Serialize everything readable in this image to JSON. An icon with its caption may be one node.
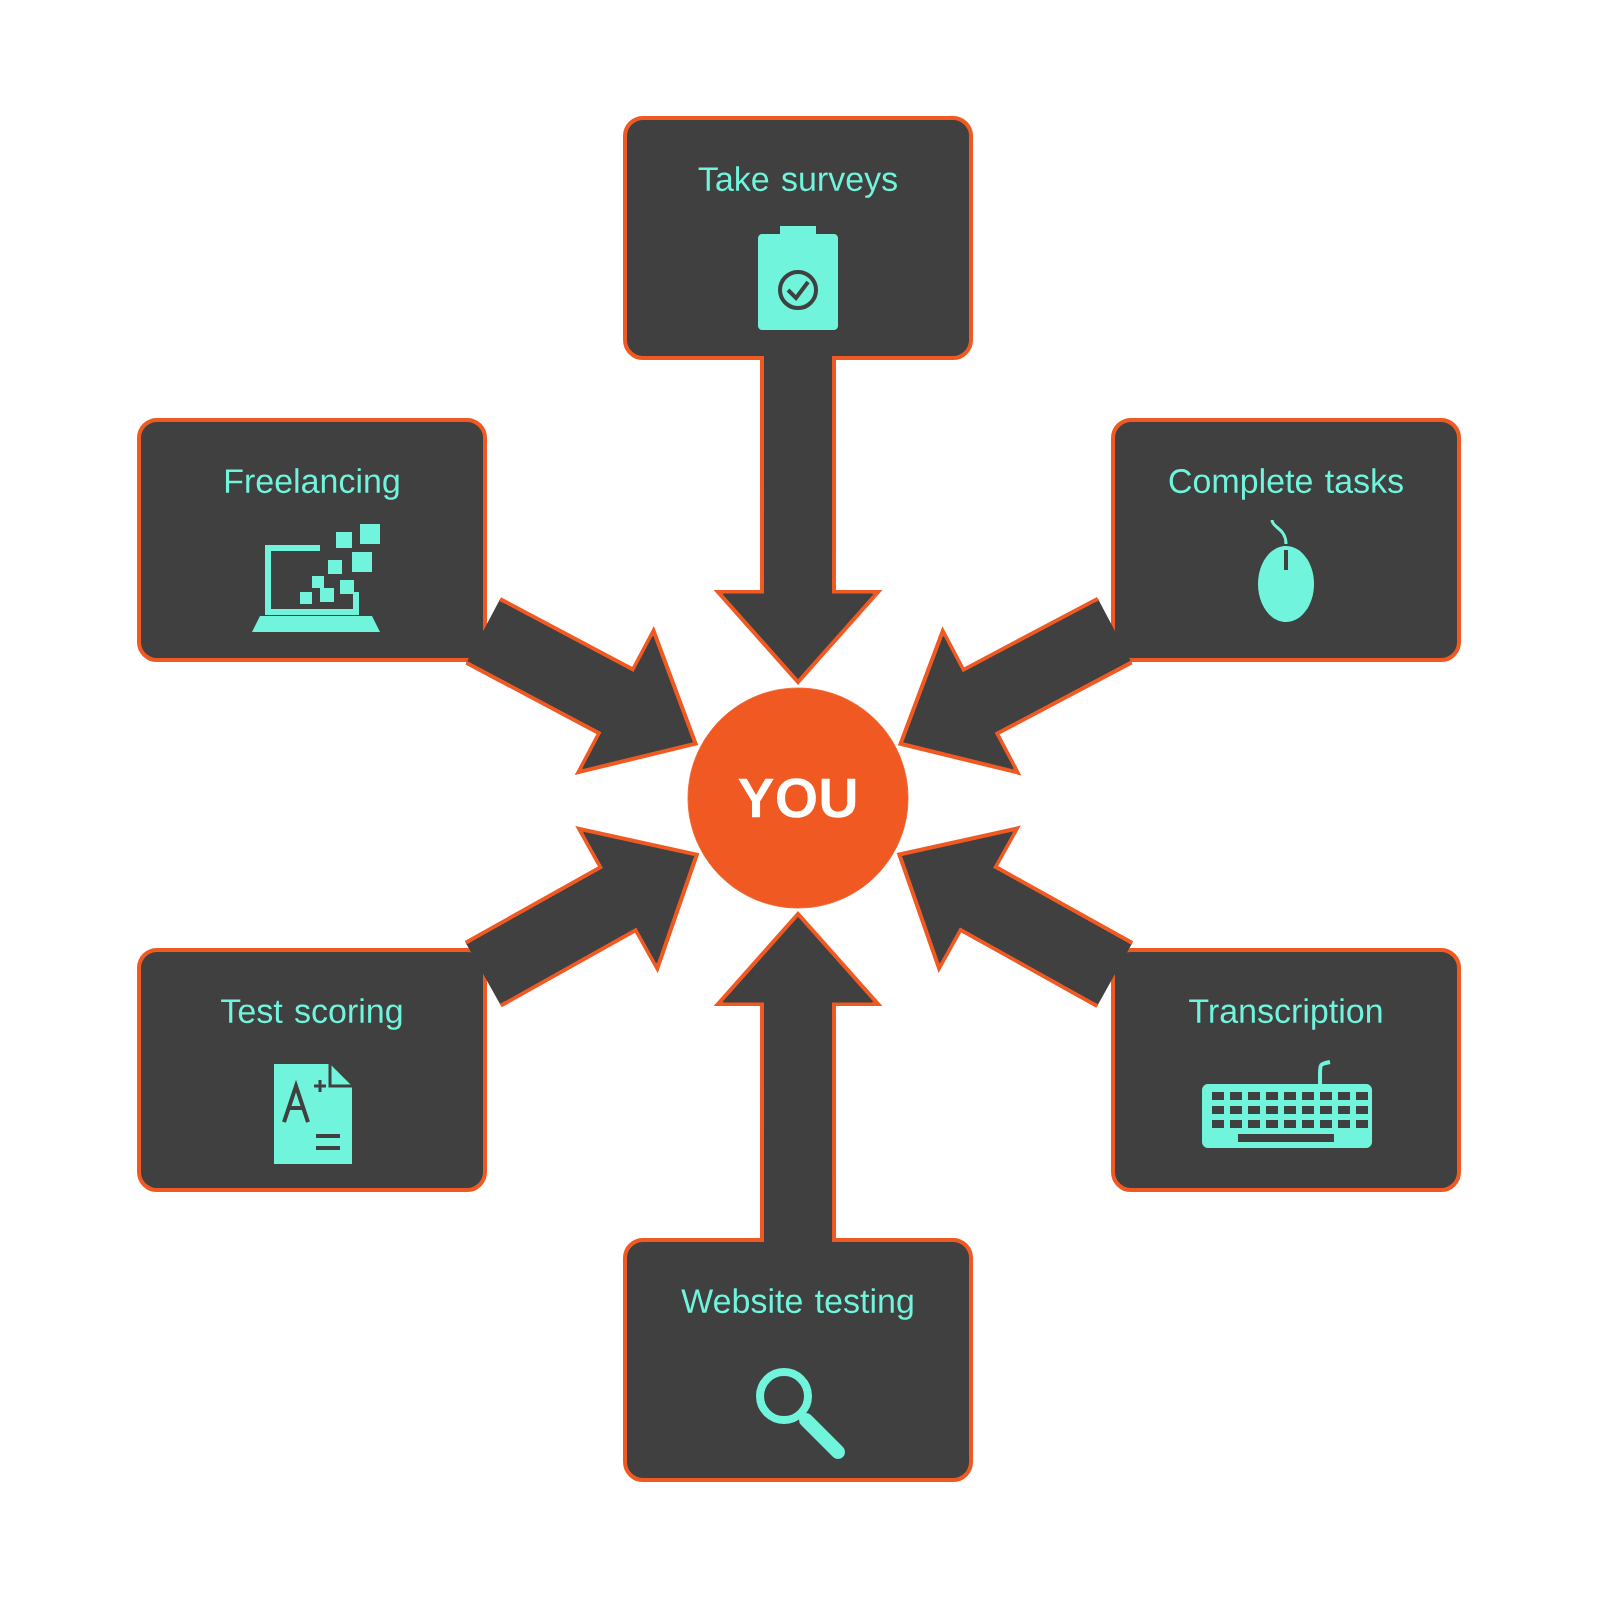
{
  "diagram": {
    "nodes": [
      {
        "text": [
          "Take surveys"
        ]
      },
      {
        "text": [
          "Freelancing"
        ]
      },
      {
        "text": [
          "Complete tasks"
        ]
      },
      {
        "text": [
          "YOU"
        ]
      },
      {
        "text": [
          "Test scoring"
        ]
      },
      {
        "text": [
          "Transcription"
        ]
      },
      {
        "text": [
          "Website testing"
        ]
      }
    ],
    "edges": [
      {
        "from": 0,
        "to": 3,
        "arrow": "to"
      },
      {
        "from": 1,
        "to": 3,
        "arrow": "to"
      },
      {
        "from": 2,
        "to": 3,
        "arrow": "to"
      },
      {
        "from": 4,
        "to": 3,
        "arrow": "to"
      },
      {
        "from": 5,
        "to": 3,
        "arrow": "to"
      },
      {
        "from": 6,
        "to": 3,
        "arrow": "to"
      }
    ]
  }
}
